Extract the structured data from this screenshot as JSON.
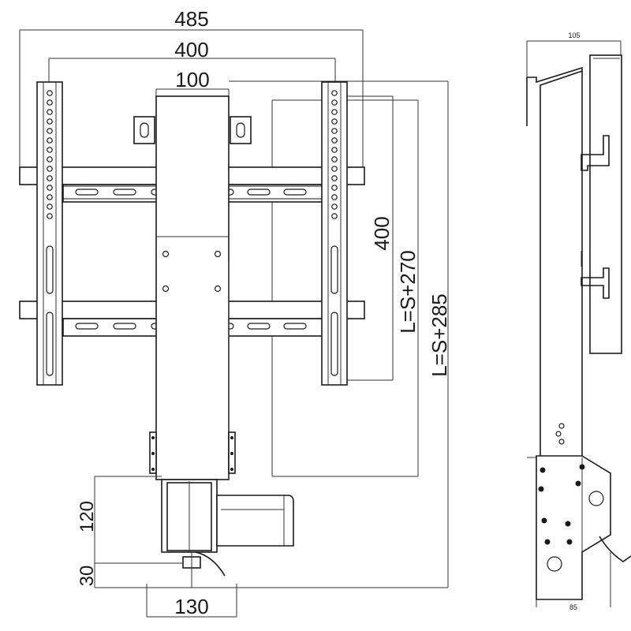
{
  "front_view": {
    "dim_overall_width": "485",
    "dim_vesa_horizontal": "400",
    "dim_column_width": "100",
    "dim_vesa_vertical": "400",
    "dim_stroke_a": "L=S+270",
    "dim_stroke_b": "L=S+285",
    "dim_motor_height": "120",
    "dim_bracket_height": "30",
    "dim_base_width": "130"
  },
  "side_view": {
    "dim_top_depth": "105",
    "dim_bottom_depth": "85"
  }
}
